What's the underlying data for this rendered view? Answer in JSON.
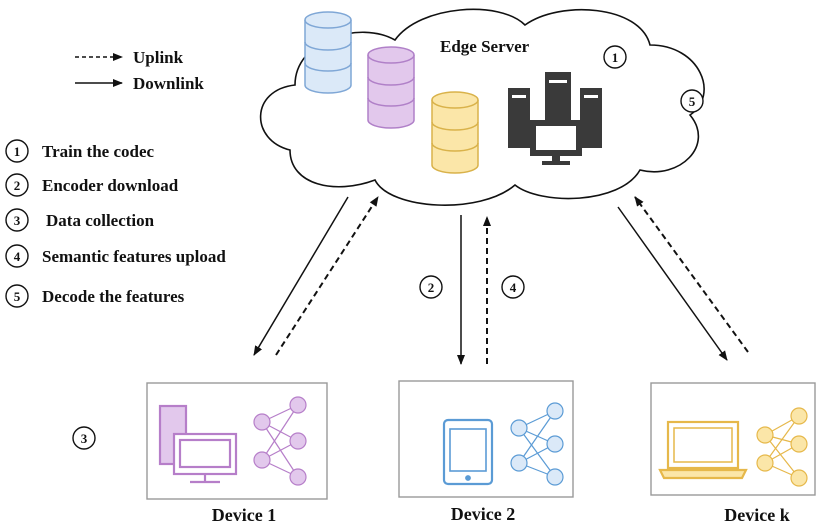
{
  "title": "Edge Server",
  "legend": {
    "uplink": "Uplink",
    "downlink": "Downlink"
  },
  "steps": [
    {
      "num": "1",
      "label": "Train the codec"
    },
    {
      "num": "2",
      "label": "Encoder download"
    },
    {
      "num": "3",
      "label": "Data collection"
    },
    {
      "num": "4",
      "label": "Semantic features upload"
    },
    {
      "num": "5",
      "label": "Decode the features"
    }
  ],
  "devices": [
    {
      "label": "Device 1",
      "icon": "desktop-computer-icon",
      "color": "#b67ec9"
    },
    {
      "label": "Device 2",
      "icon": "tablet-icon",
      "color": "#5b9bd5"
    },
    {
      "label": "Device k",
      "icon": "laptop-icon",
      "color": "#e6b84a"
    }
  ],
  "markers": {
    "server_step": "1",
    "decode_step": "5",
    "device2_down": "2",
    "device2_up": "4",
    "device1_collect": "3"
  },
  "colors": {
    "db_blue": "#dbe9f8",
    "db_purple": "#e2c8ec",
    "db_yellow": "#fbe6a8",
    "server_dark": "#3a3a3a"
  }
}
